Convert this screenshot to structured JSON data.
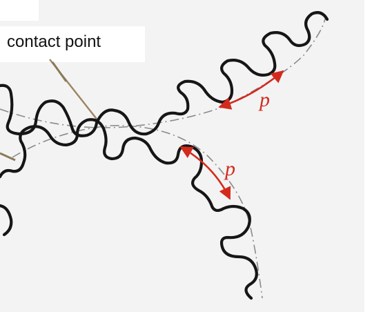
{
  "annotation": {
    "contact_label": "contact point",
    "pitch_symbol_upper": "p",
    "pitch_symbol_lower": "p"
  },
  "colors": {
    "background": "#f3f3f3",
    "gear_outline": "#161616",
    "pitch_circle": "#8a8a8a",
    "pitch_annotation": "#d42a1e",
    "pointer_line": "#9c8460"
  }
}
